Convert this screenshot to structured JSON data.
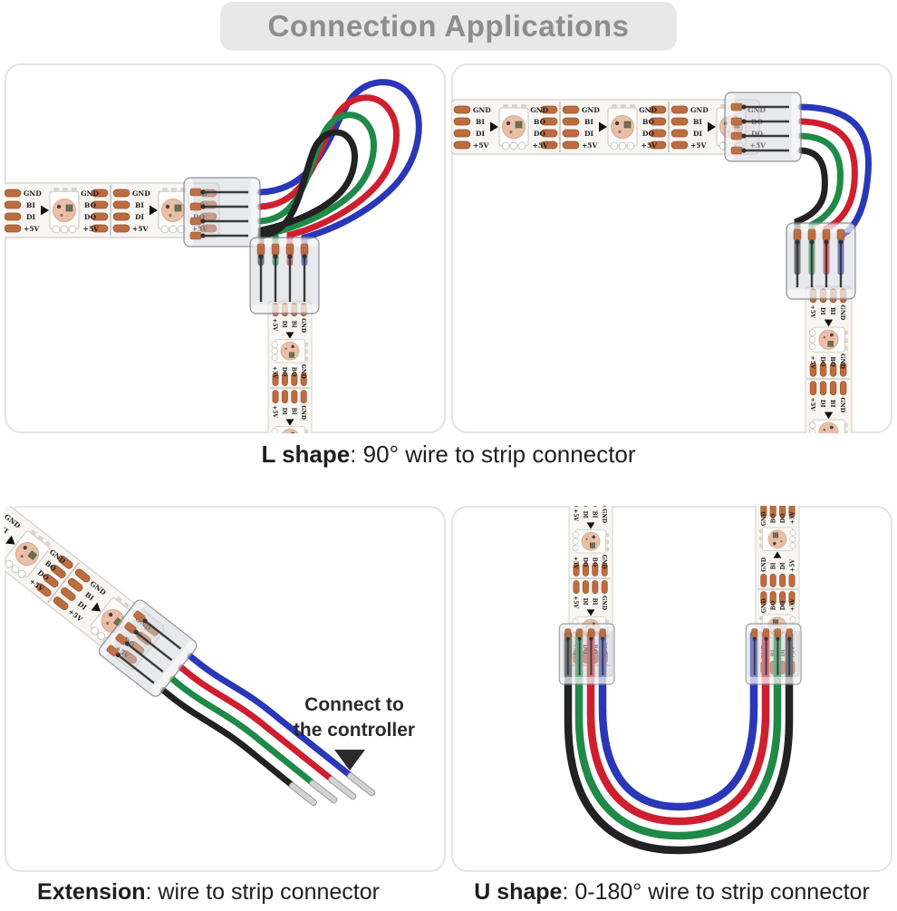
{
  "title": "Connection Applications",
  "captions": {
    "l_shape": {
      "term": "L shape",
      "rest": ": 90° wire to strip connector"
    },
    "extension": {
      "term": "Extension",
      "rest": ": wire to strip connector"
    },
    "u_shape": {
      "term": "U shape",
      "rest": ": 0-180° wire to strip connector"
    }
  },
  "note": {
    "line1": "Connect to",
    "line2": "the controller"
  },
  "strip": {
    "labels_in": [
      "GND",
      "BI",
      "DI",
      "+5V"
    ],
    "labels_out": [
      "GND",
      "BO",
      "DO",
      "+5V"
    ]
  },
  "colors": {
    "banner_bg": "#e8e8e8",
    "banner_text": "#8d8d8d",
    "panel_border": "#e4e4e4",
    "caption_text": "#1e1e1e",
    "note_text": "#2b2b2b",
    "wire_blue": "#2937b8",
    "wire_red": "#cf1f2f",
    "wire_green": "#1f8a47",
    "wire_black": "#222222",
    "copper_pad": "#bd6c3f",
    "copper_edge": "#96512c",
    "strip_body": "#f8f6f3",
    "strip_edge": "#d8d5d0",
    "led_ring": "#e9bfa8",
    "pin_silver": "#d2d2d2",
    "label_text": "#1c1c1c"
  }
}
